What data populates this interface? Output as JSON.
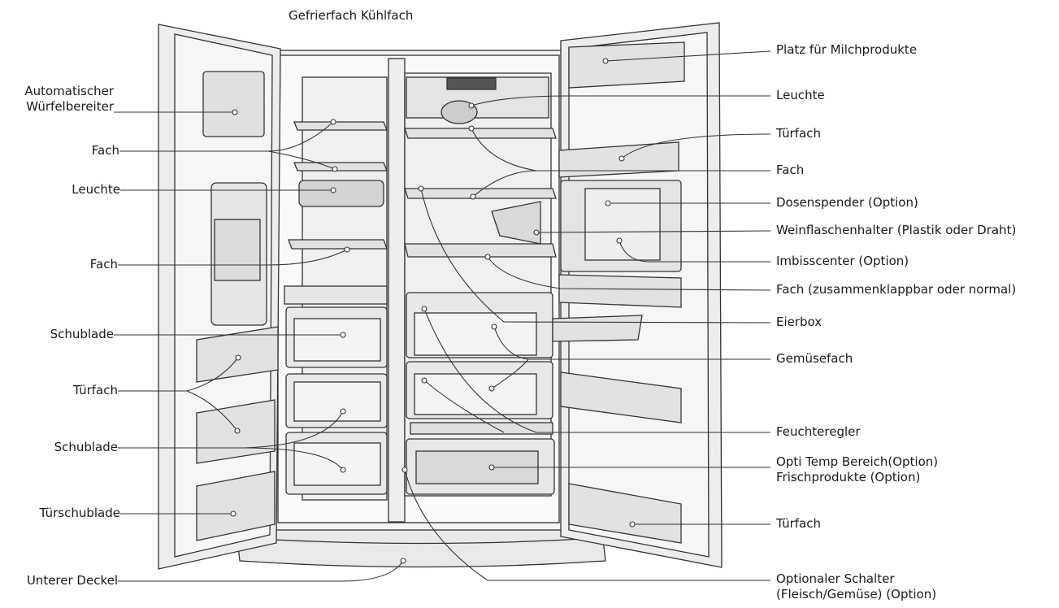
{
  "header": {
    "title": "Gefrierfach Kühlfach"
  },
  "left_labels": [
    {
      "lines": [
        "Automatischer",
        "Würfelbereiter"
      ]
    },
    {
      "lines": [
        "Fach"
      ]
    },
    {
      "lines": [
        "Leuchte"
      ]
    },
    {
      "lines": [
        "Fach"
      ]
    },
    {
      "lines": [
        "Schublade"
      ]
    },
    {
      "lines": [
        "Türfach"
      ]
    },
    {
      "lines": [
        "Schublade"
      ]
    },
    {
      "lines": [
        "Türschublade"
      ]
    },
    {
      "lines": [
        "Unterer Deckel"
      ]
    }
  ],
  "right_labels": [
    {
      "lines": [
        "Platz für Milchprodukte"
      ]
    },
    {
      "lines": [
        "Leuchte"
      ]
    },
    {
      "lines": [
        "Türfach"
      ]
    },
    {
      "lines": [
        "Fach"
      ]
    },
    {
      "lines": [
        "Dosenspender (Option)"
      ]
    },
    {
      "lines": [
        "Weinflaschenhalter (Plastik oder Draht)"
      ]
    },
    {
      "lines": [
        "Imbisscenter (Option)"
      ]
    },
    {
      "lines": [
        "Fach (zusammenklappbar oder normal)"
      ]
    },
    {
      "lines": [
        "Eierbox"
      ]
    },
    {
      "lines": [
        "Gemüsefach"
      ]
    },
    {
      "lines": [
        "Feuchteregler"
      ]
    },
    {
      "lines": [
        "Opti Temp Bereich(Option)",
        "Frischprodukte (Option)"
      ]
    },
    {
      "lines": [
        "Türfach"
      ]
    },
    {
      "lines": [
        "Optionaler Schalter",
        "(Fleisch/Gemüse) (Option)"
      ]
    }
  ]
}
